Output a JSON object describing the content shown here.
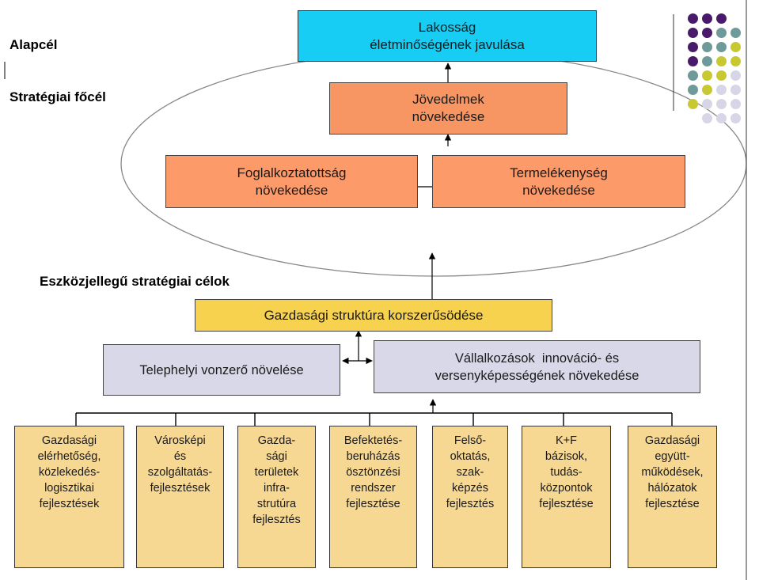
{
  "labels": {
    "alapcel": "Alapcél",
    "strategiai_focel": "Stratégiai főcél",
    "eszkozjellegu": "Eszközjellegű stratégiai célok"
  },
  "top": {
    "line1": "Lakosság",
    "line2": "életminőségének javulása"
  },
  "income": {
    "line1": "Jövedelmek",
    "line2": "növekedése"
  },
  "employment": {
    "line1": "Foglalkoztatottság",
    "line2": "növekedése"
  },
  "productivity": {
    "line1": "Termelékenység",
    "line2": "növekedése"
  },
  "structure": "Gazdasági struktúra korszerűsödése",
  "site": "Telephelyi vonzerő növelése",
  "enterprise": {
    "line1": "Vállalkozások  innováció- és",
    "line2": "versenyképességének növekedése"
  },
  "sub_boxes": [
    {
      "lines": [
        "Gazdasági",
        "elérhetőség,",
        "közlekedés-",
        "logisztikai",
        "fejlesztések"
      ]
    },
    {
      "lines": [
        "Városképi",
        "és",
        "szolgáltatás-",
        "fejlesztések"
      ]
    },
    {
      "lines": [
        "Gazda-",
        "sági",
        "területek",
        "infra-",
        "strutúra",
        "fejlesztés"
      ]
    },
    {
      "lines": [
        "Befektetés-",
        "beruházás",
        "ösztönzési",
        "rendszer",
        "fejlesztése"
      ]
    },
    {
      "lines": [
        "Felső-",
        "oktatás,",
        "szak-",
        "képzés",
        "fejlesztés"
      ]
    },
    {
      "lines": [
        "K+F",
        "bázisok,",
        "tudás-",
        "központok",
        "fejlesztése"
      ]
    },
    {
      "lines": [
        "Gazdasági",
        "együtt-",
        "működések,",
        "hálózatok",
        "fejlesztése"
      ]
    }
  ],
  "colors": {
    "purple": "#4a1a6a",
    "teal": "#6f9a9a",
    "olive": "#c8c832",
    "lavender": "#d6d6e6"
  }
}
